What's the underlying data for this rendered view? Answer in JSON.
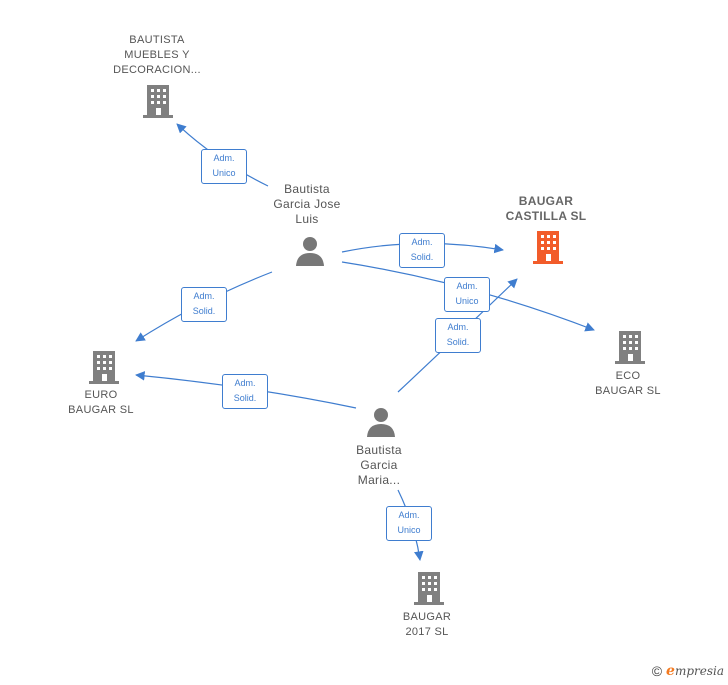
{
  "colors": {
    "edge": "#3f7dcf",
    "company_icon": "#808080",
    "focus_company_icon": "#f25c2a",
    "person_icon": "#777777",
    "text": "#555555",
    "brand_accent": "#f47a20"
  },
  "nodes": {
    "bautista_muebles": {
      "label": "BAUTISTA\nMUEBLES Y\nDECORACION...",
      "icon": "building-icon"
    },
    "baugar_castilla": {
      "label": "BAUGAR\nCASTILLA  SL",
      "icon": "building-icon"
    },
    "euro_baugar": {
      "label": "EURO\nBAUGAR  SL",
      "icon": "building-icon"
    },
    "eco_baugar": {
      "label": "ECO\nBAUGAR  SL",
      "icon": "building-icon"
    },
    "baugar_2017": {
      "label": "BAUGAR\n2017  SL",
      "icon": "building-icon"
    },
    "person_jose_luis": {
      "label": "Bautista\nGarcia Jose\nLuis",
      "icon": "person-icon"
    },
    "person_maria": {
      "label": "Bautista\nGarcia\nMaria...",
      "icon": "person-icon"
    }
  },
  "edges": {
    "jl_to_muebles": {
      "label": "Adm.\nUnico"
    },
    "jl_to_castilla": {
      "label": "Adm.\nSolid."
    },
    "jl_to_euro": {
      "label": "Adm.\nSolid."
    },
    "jl_to_eco": {
      "label": "Adm.\nUnico"
    },
    "maria_to_castilla": {
      "label": "Adm.\nSolid."
    },
    "maria_to_euro": {
      "label": "Adm.\nSolid."
    },
    "maria_to_2017": {
      "label": "Adm.\nUnico"
    }
  },
  "footer": {
    "copyright": "©",
    "brand_initial": "e",
    "brand_rest": "mpresia"
  }
}
